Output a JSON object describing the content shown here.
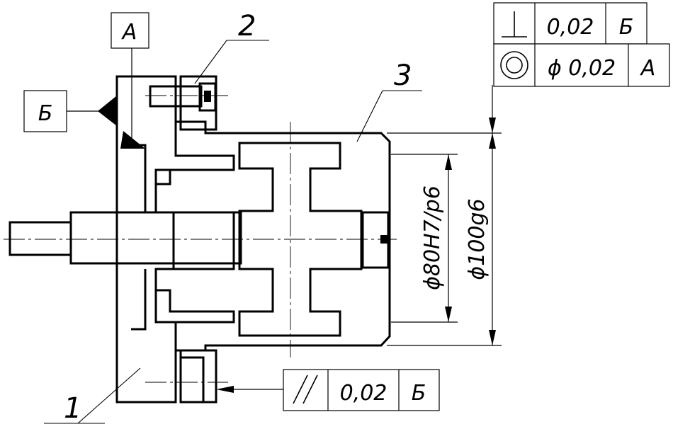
{
  "callouts": {
    "part1": "1",
    "part2": "2",
    "part3": "3"
  },
  "datums": {
    "a": "А",
    "b": "Б"
  },
  "tolerances": {
    "perpendicularity": {
      "value": "0,02",
      "datum": "Б"
    },
    "concentricity": {
      "value": "ϕ 0,02",
      "datum": "А"
    },
    "parallelism": {
      "value": "0,02",
      "datum": "Б"
    }
  },
  "dimensions": {
    "fit_inner": "ϕ80H7/p6",
    "fit_outer": "ϕ100g6"
  },
  "colors": {
    "line": "#000000",
    "background": "#ffffff"
  }
}
